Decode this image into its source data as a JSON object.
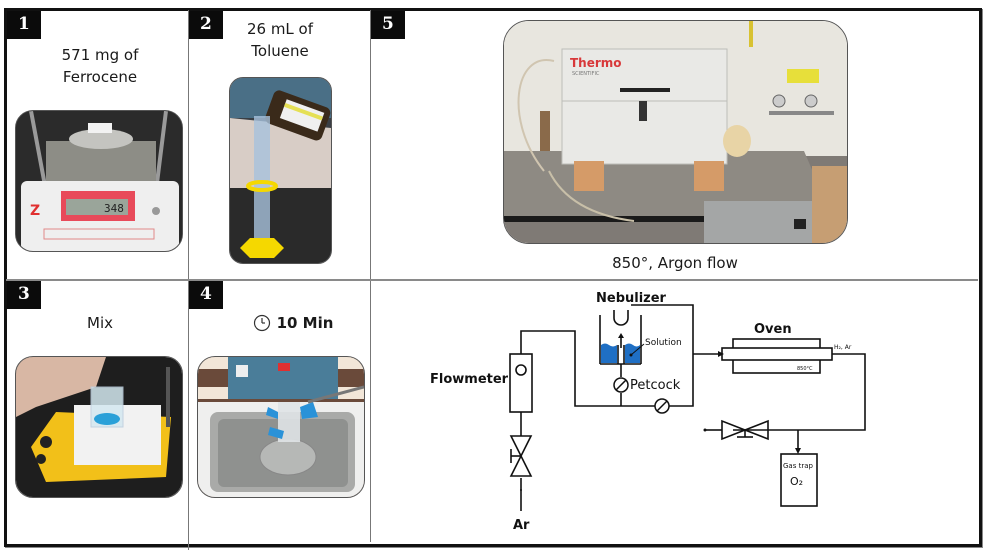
{
  "figure": {
    "panels": [
      {
        "number": "1",
        "caption_line1": "571 mg of",
        "caption_line2": "Ferrocene",
        "photo": "analytical balance weighing ferrocene",
        "display_reading": "348"
      },
      {
        "number": "2",
        "caption_line1": "26 mL of",
        "caption_line2": "Toluene",
        "photo": "pouring toluene into graduated cylinder"
      },
      {
        "number": "3",
        "caption": "Mix",
        "photo": "beaker on magnetic stirrer"
      },
      {
        "number": "4",
        "caption": "10 Min",
        "caption_icon": "clock-icon",
        "photo": "flask in ultrasonic bath"
      },
      {
        "number": "5",
        "caption": "850°, Argon flow",
        "photo": "tube furnace setup",
        "brand_text": "Thermo",
        "brand_subtext": "SCIENTIFIC"
      }
    ],
    "diagram": {
      "labels": {
        "nebulizer": "Nebulizer",
        "solution": "Solution",
        "petcock": "Petcock",
        "flowmeter": "Flowmeter",
        "oven": "Oven",
        "oven_temp": "850°C",
        "outlet_gas": "H₂, Ar",
        "gas_trap": "Gas trap",
        "gas_trap_content": "O₂",
        "inlet_gas": "Ar"
      },
      "colors": {
        "solution": "#1f6fc4",
        "line": "#111111"
      }
    }
  }
}
